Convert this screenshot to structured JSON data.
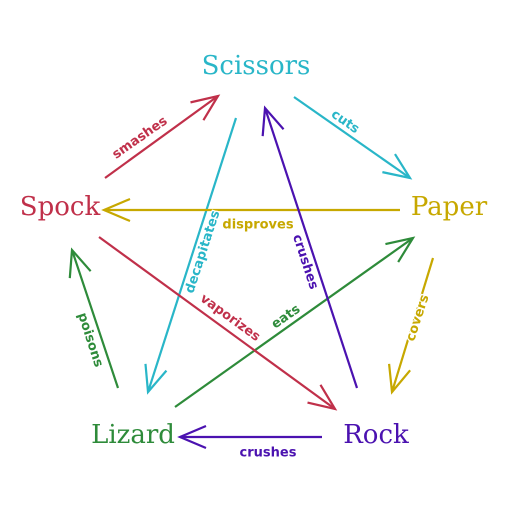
{
  "nodes": {
    "scissors": {
      "label": "Scissors",
      "color": "#29b6c8"
    },
    "paper": {
      "label": "Paper",
      "color": "#c7a800"
    },
    "rock": {
      "label": "Rock",
      "color": "#4b12b0"
    },
    "lizard": {
      "label": "Lizard",
      "color": "#2e8b3a"
    },
    "spock": {
      "label": "Spock",
      "color": "#c0304a"
    }
  },
  "edges": [
    {
      "from": "scissors",
      "to": "paper",
      "verb": "cuts",
      "color": "#29b6c8"
    },
    {
      "from": "paper",
      "to": "rock",
      "verb": "covers",
      "color": "#c7a800"
    },
    {
      "from": "rock",
      "to": "lizard",
      "verb": "crushes",
      "color": "#4b12b0"
    },
    {
      "from": "lizard",
      "to": "spock",
      "verb": "poisons",
      "color": "#2e8b3a"
    },
    {
      "from": "spock",
      "to": "scissors",
      "verb": "smashes",
      "color": "#c0304a"
    },
    {
      "from": "scissors",
      "to": "lizard",
      "verb": "decapitates",
      "color": "#29b6c8"
    },
    {
      "from": "lizard",
      "to": "paper",
      "verb": "eats",
      "color": "#2e8b3a"
    },
    {
      "from": "paper",
      "to": "spock",
      "verb": "disproves",
      "color": "#c7a800"
    },
    {
      "from": "spock",
      "to": "rock",
      "verb": "vaporizes",
      "color": "#c0304a"
    },
    {
      "from": "rock",
      "to": "scissors",
      "verb": "crushes",
      "color": "#4b12b0"
    }
  ]
}
